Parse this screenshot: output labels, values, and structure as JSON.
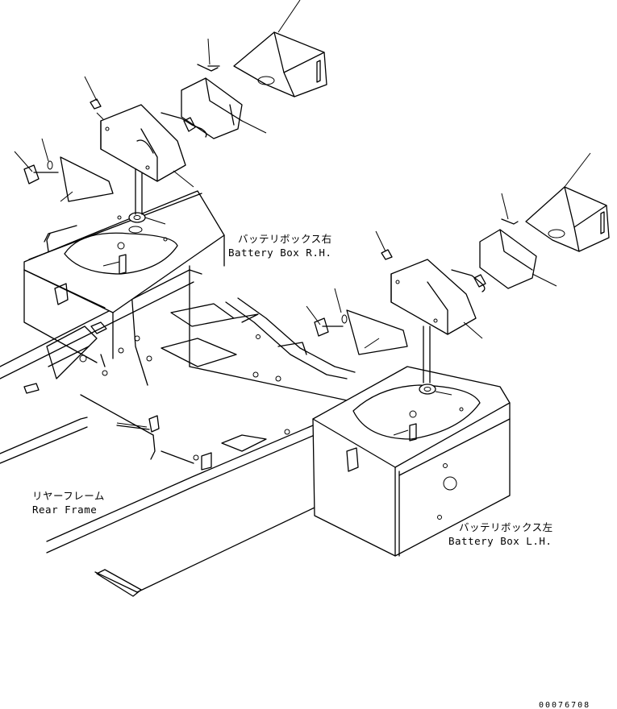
{
  "labels": {
    "battery_box_rh": {
      "jp": "バッテリボックス右",
      "en": "Battery Box R.H."
    },
    "battery_box_lh": {
      "jp": "バッテリボックス左",
      "en": "Battery Box L.H."
    },
    "rear_frame": {
      "jp": "リヤーフレーム",
      "en": "Rear Frame"
    }
  },
  "drawing_number": "00076708"
}
